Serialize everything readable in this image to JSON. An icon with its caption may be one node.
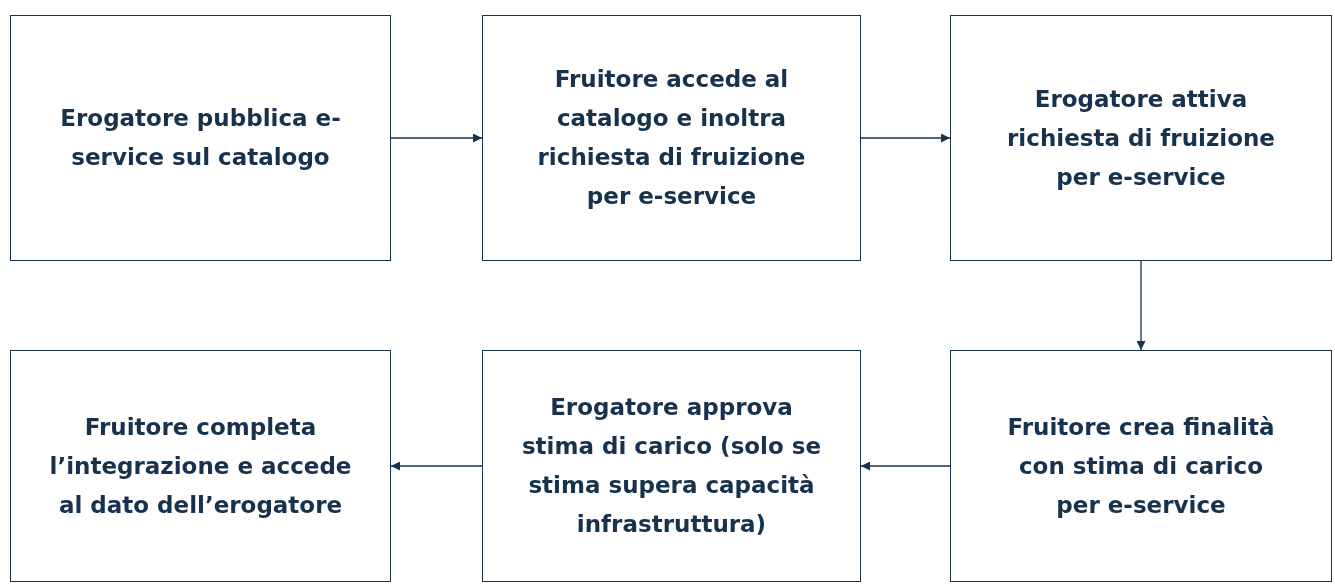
{
  "diagram": {
    "nodes": [
      {
        "text": [
          "Erogatore pubblica e-service sul catalogo"
        ]
      },
      {
        "text": [
          "Fruitore accede al catalogo e inoltra richiesta di fruizione per e-service"
        ]
      },
      {
        "text": [
          "Erogatore attiva richiesta di fruizione per e-service"
        ]
      },
      {
        "text": [
          "Fruitore crea finalità con stima di carico per e-service"
        ]
      },
      {
        "text": [
          "Erogatore approva stima di carico (solo se stima supera capacità infrastruttura)"
        ]
      },
      {
        "text": [
          "Fruitore completa l’integrazione e accede al dato dell’erogatore"
        ]
      }
    ],
    "edges": [
      {
        "from": 0,
        "to": 1,
        "arrow": "to"
      },
      {
        "from": 1,
        "to": 2,
        "arrow": "to"
      },
      {
        "from": 2,
        "to": 3,
        "arrow": "to"
      },
      {
        "from": 3,
        "to": 4,
        "arrow": "to"
      },
      {
        "from": 4,
        "to": 5,
        "arrow": "to"
      }
    ]
  }
}
